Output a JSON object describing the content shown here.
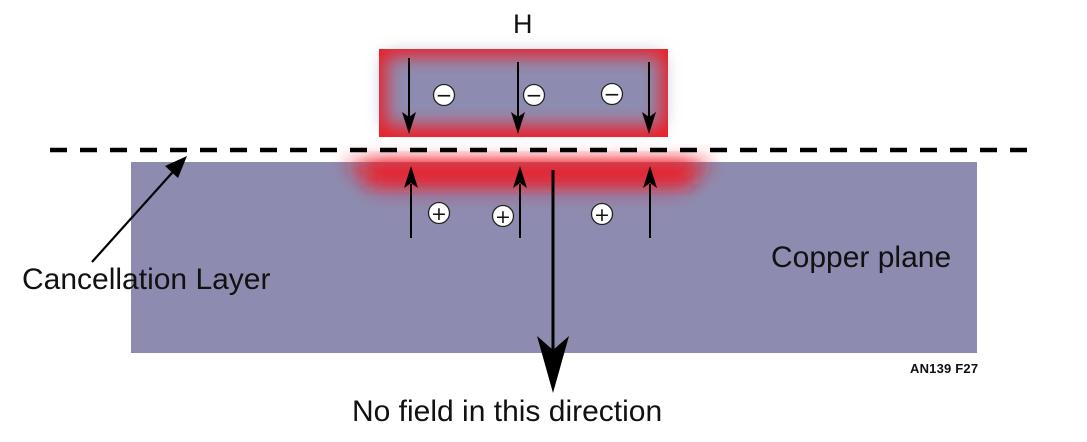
{
  "labels": {
    "field": "H",
    "cancellation_layer": "Cancellation Layer",
    "copper_plane": "Copper plane",
    "no_field": "No field in this direction",
    "figure_id": "AN139 F27"
  },
  "charges": {
    "conductor": "−",
    "plane": "+"
  },
  "colors": {
    "copper": "#8d8cb0",
    "field_red": "#ee1c25",
    "dash": "#000000",
    "arrow": "#000000",
    "charge_fill": "#ffffff"
  }
}
